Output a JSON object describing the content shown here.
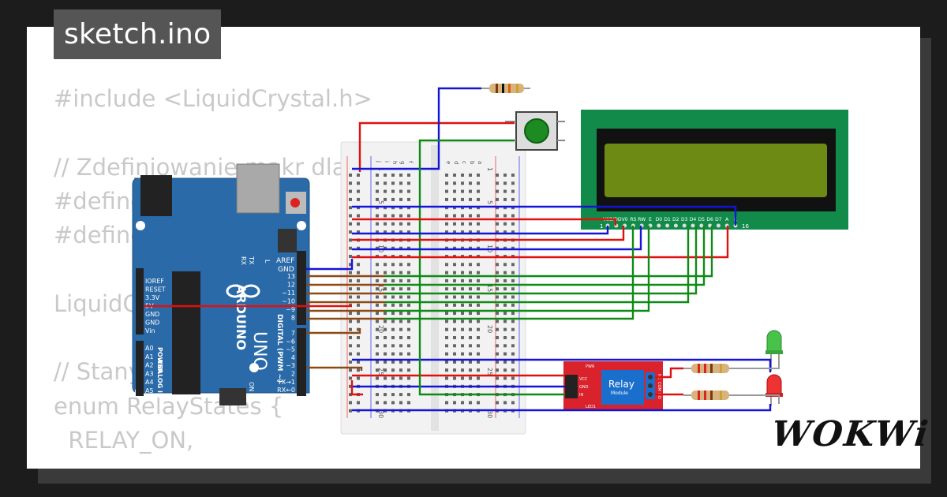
{
  "tab": {
    "filename": "sketch.ino"
  },
  "code_lines": [
    "#include <LiquidCrystal.h>",
    "",
    "// Zdefiniowanie makr dla",
    "#define",
    "#define",
    "",
    "LiquidC                10",
    "",
    "// Stany przełącznika",
    "enum RelayStates {",
    "  RELAY_ON,"
  ],
  "arduino": {
    "aref": "AREF",
    "gnd": "GND",
    "brand": "ARDUINO",
    "model": "UNO",
    "tx": "TX",
    "rx": "RX",
    "l": "L",
    "on": "ON",
    "digital": "DIGITAL (PWM ~)",
    "analog": "ANALOG IN",
    "power": "POWER",
    "digital_pins": [
      "13",
      "12",
      "~11",
      "~10",
      "~9",
      "8",
      "7",
      "~6",
      "~5",
      "4",
      "~3",
      "2",
      "TX→1",
      "RX←0"
    ],
    "power_pins": [
      "IOREF",
      "RESET",
      "3.3V",
      "5V",
      "GND",
      "GND",
      "Vin"
    ],
    "analog_pins": [
      "A0",
      "A1",
      "A2",
      "A3",
      "A4",
      "A5"
    ]
  },
  "breadboard": {
    "cols_left": [
      "j",
      "i",
      "h",
      "g",
      "f"
    ],
    "cols_right": [
      "e",
      "d",
      "c",
      "b",
      "a"
    ],
    "row_numbers": [
      "1",
      "5",
      "10",
      "15",
      "20",
      "25",
      "30"
    ]
  },
  "lcd": {
    "pin_labels": [
      "VSS",
      "VDD",
      "V0",
      "RS",
      "RW",
      "E",
      "D0",
      "D1",
      "D2",
      "D3",
      "D4",
      "D5",
      "D6",
      "D7",
      "A",
      "K"
    ],
    "pin_first": "1",
    "pin_last": "16"
  },
  "relay": {
    "title": "Relay",
    "subtitle": "Module",
    "pins": [
      "VCC",
      "GND",
      "IN"
    ],
    "leds": [
      "PWR",
      "LED1"
    ],
    "contacts": [
      "NC",
      "COM",
      "NO"
    ]
  },
  "logo": {
    "text": "WOKWi"
  },
  "colors": {
    "arduino_blue": "#2a6aa8",
    "breadboard": "#f2f2f2",
    "lcd_board": "#128a4a",
    "lcd_screen": "#6c8a14",
    "relay_board": "#d9222b",
    "relay_box": "#1b6fcc",
    "wire_red": "#e01010",
    "wire_blue": "#1414d8",
    "wire_green": "#0f8a16",
    "wire_brown": "#8b4a15"
  }
}
